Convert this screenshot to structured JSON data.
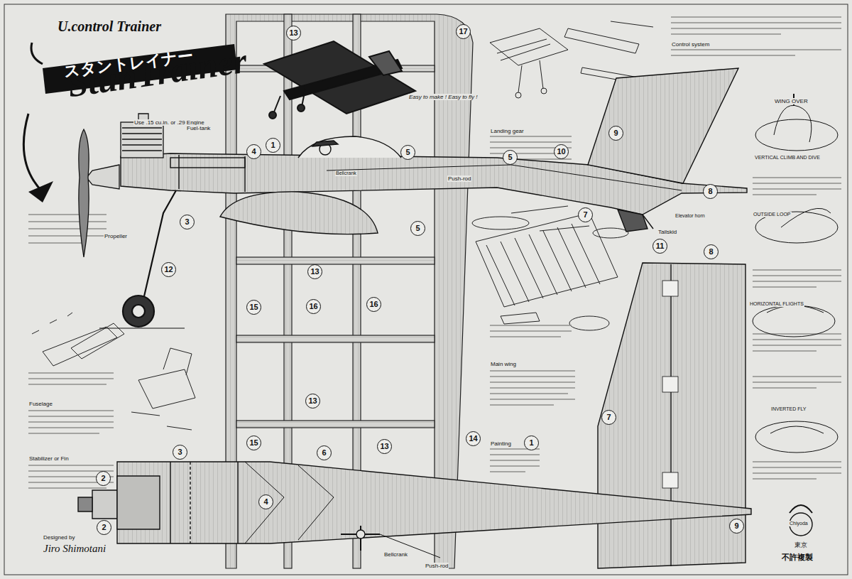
{
  "diagram": {
    "title": "StunTrainer",
    "nodes": [
      {
        "text": [
          "13"
        ]
      },
      {
        "text": [
          "17"
        ]
      },
      {
        "text": [
          "4"
        ]
      },
      {
        "text": [
          "1"
        ]
      },
      {
        "text": [
          "5"
        ]
      },
      {
        "text": [
          "5"
        ]
      },
      {
        "text": [
          "10"
        ]
      },
      {
        "text": [
          "9"
        ]
      },
      {
        "text": [
          "8"
        ]
      },
      {
        "text": [
          "7"
        ]
      },
      {
        "text": [
          "5"
        ]
      },
      {
        "text": [
          "3"
        ]
      },
      {
        "text": [
          "11"
        ]
      },
      {
        "text": [
          "8"
        ]
      },
      {
        "text": [
          "12"
        ]
      },
      {
        "text": [
          "13"
        ]
      },
      {
        "text": [
          "15"
        ]
      },
      {
        "text": [
          "16"
        ]
      },
      {
        "text": [
          "16"
        ]
      },
      {
        "text": [
          "13"
        ]
      },
      {
        "text": [
          "7"
        ]
      },
      {
        "text": [
          "14"
        ]
      },
      {
        "text": [
          "15"
        ]
      },
      {
        "text": [
          "6"
        ]
      },
      {
        "text": [
          "13"
        ]
      },
      {
        "text": [
          "1"
        ]
      },
      {
        "text": [
          "3"
        ]
      },
      {
        "text": [
          "2"
        ]
      },
      {
        "text": [
          "4"
        ]
      },
      {
        "text": [
          "2"
        ]
      },
      {
        "text": [
          "9"
        ]
      }
    ],
    "labels": [
      "U.control Trainer",
      "スタントレイナー",
      "Use .15 cu.in. or .29 Engine",
      "Fuel-tank",
      "Push-rod",
      "Bellcrank",
      "Propeller",
      "Tailskid",
      "Elevator horn",
      "Easy to make ! Easy to fly !",
      "Designed by",
      "Jiro Shimotani",
      "Push-rod",
      "Bellcrank",
      "WING OVER",
      "VERTICAL CLIMB AND DIVE",
      "OUTSIDE LOOP",
      "HORIZONTAL FLIGHTS",
      "INVERTED FLY",
      "東京",
      "不許複製",
      "Chiyoda",
      "Landing gear",
      "Main wing",
      "Fuselage",
      "Stabilizer or Fin",
      "Painting",
      "Control system"
    ]
  }
}
